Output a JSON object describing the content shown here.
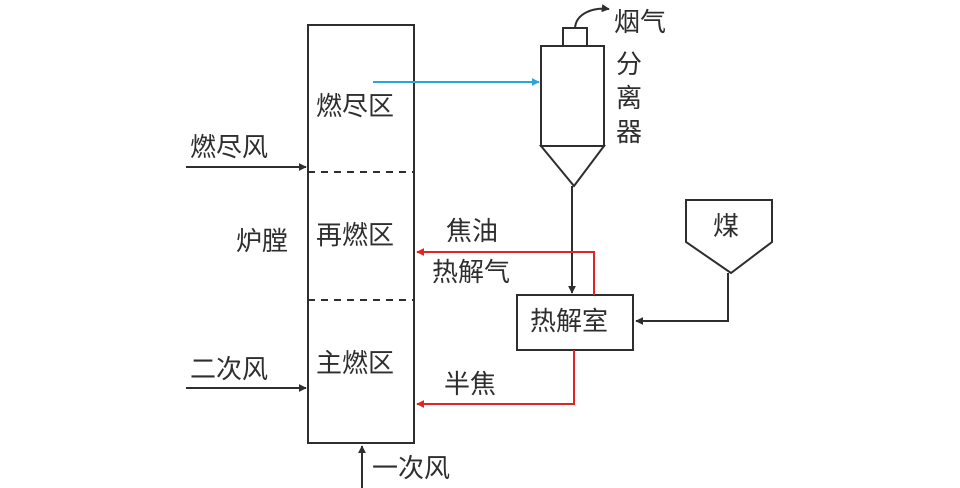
{
  "colors": {
    "line": "#2e2e2e",
    "flue_flow": "#2ba6dc",
    "char_flow": "#e02525"
  },
  "labels": {
    "burnout_zone": "燃尽区",
    "reburn_zone": "再燃区",
    "main_zone": "主燃区",
    "furnace": "炉膛",
    "overfire_air": "燃尽风",
    "secondary_air": "二次风",
    "primary_air": "一次风",
    "flue_gas": "烟气",
    "separator": "分离器",
    "coal": "煤",
    "pyrolyzer": "热解室",
    "tar": "焦油",
    "pyrolysis_gas": "热解气",
    "semi_coke": "半焦"
  }
}
